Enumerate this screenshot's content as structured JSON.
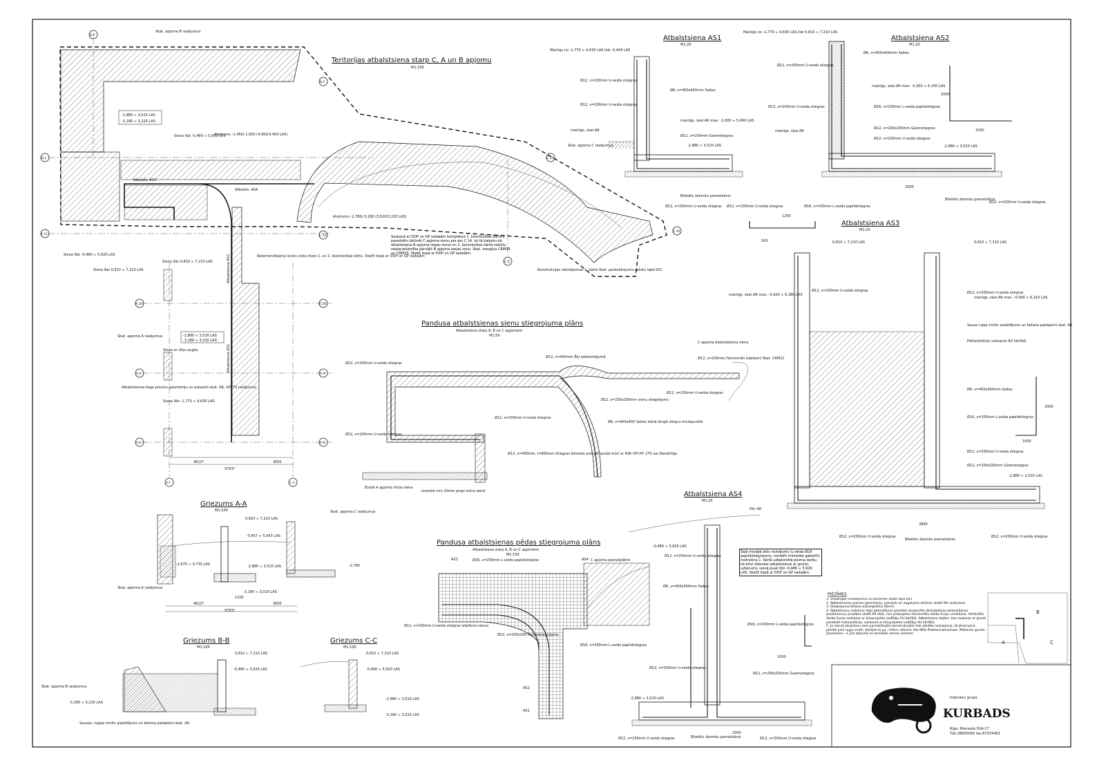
{
  "titles": {
    "plan": "Teritorijas atbalstsiena starp C, A un B apjomu",
    "plan_scale": "M1:100",
    "ramp_wall": "Pandusa atbalstsienas sienu stiegrojuma plāns",
    "ramp_wall_sub": "Atbalstsiena starp A, B un C apjomiem",
    "ramp_wall_scale": "M1:50",
    "ramp_foot": "Pandusa atbalstsienas pēdas stiegrojuma plāns",
    "ramp_foot_sub": "Atbalstsiena starp A, B un C apjomiem",
    "ramp_foot_scale": "M1:100",
    "as1": "Atbalstsiena AS1",
    "as1_scale": "M1:20",
    "as2": "Atbalstsiena AS2",
    "as2_scale": "M1:20",
    "as3": "Atbalstsiena AS3",
    "as3_scale": "M1:20",
    "as4": "Atbalstsiena AS4",
    "as4_scale": "M1:20",
    "sec_aa": "Griezums A-A",
    "sec_aa_scale": "M1:100",
    "sec_bb": "Griezums B-B",
    "sec_bb_scale": "M1:100",
    "sec_cc": "Griezums C-C",
    "sec_cc_scale": "M1:100"
  },
  "grid_bubbles": [
    "B.6",
    "B.2",
    "B.1",
    "A.11",
    "A.10",
    "C.10",
    "A.9",
    "C.9",
    "A.8",
    "C.8",
    "A.F",
    "C.A",
    "C.13",
    "C.14",
    "C.16",
    "C.D"
  ],
  "plan_labels": {
    "apjoms_b": "Skat. apjoma B rasējumus",
    "level_1": "-2,880 ≈ 3,520 LAS",
    "level_2": "-3,180 ≈ 3,220 LAS",
    "siena_lidz_1": "Siena līdz -0,480 ≈ 5,920 LAS",
    "atverums_1": "Atvērums -1,450/-1,950 (4,950/4,450 LAS)",
    "atverums_2": "Atvērums -2,780/-3,180 (3,620/3,220 LAS)",
    "as3_tag": "Atbalsts. AS3",
    "as4_tag": "Atbalsts. AS4",
    "as2_tag": "Atbalstsiena AS2",
    "as1_tag": "Atbalstsiena AS1",
    "siena_lidz_2": "Siena līdz -0,480 ≈ 5,920 LAS",
    "siena_lidz_3": "Siena līdz 0,810 ≈ 7,210 LAS",
    "siena_lidz_4": "Siena līdz 0,810 ≈ 7,210 LAS",
    "apjoms_a": "Skat. apjoma A rasējumus",
    "level_3": "-2,880 ≈ 3,520 LAS",
    "level_4": "-3,180 ≈ 3,220 LAS",
    "slipa_augsa": "Siena ar slīpu augšu",
    "geometry_note": "Atbalstsienas-žoga precīzu geometriju un piesaisti skat. AR, GP, TS rasējumus",
    "siena_lidz_5": "Siena līdz -1,770 ≈ 4,630 LAS",
    "seam_note": "Rekomendējama šuves vieta starp 1. un 2. būvniecības kārtu. Skatīt kopā ar DOP un GP sadaļām",
    "coord_note": "Saskaņā ar DOP un GP sadaļām kompleksa 1. būvniecības kārtā ir paredzēts izbūvēt C apjoma sienu pie ass C.14, lai tā kalpotu kā atbalstsiena B apjoma ieejas zonai un 2. būvniecības kārtā nebūtu nepieciešamība pārvākt B apjoma ieejas zonu. Skat. mezglus CRM09 un CRM10. Skatīt kopā ar DOP un GP sadaļām.",
    "phase_note": "Konstrukcijas izbūvējamas 1. kārtā Skat. paskaidrojumu rakstu lapā 001",
    "dim_total": "9763*",
    "dim_1": "4613*",
    "dim_2": "3650"
  },
  "ramp_labels": {
    "r1": "Ø12, s=200mm U-veida stiegras",
    "r2": "Ø12, s=400mm Āķi sablezinājumā",
    "r3": "C apjoma dzelzsbetona siena",
    "r4": "Ø12, s=200mm Horizontāli izlaidumi Skat. CRM21",
    "r5": "Ø12, s=200mm U-veida stiegras",
    "r6": "Ø12, s=200x200mm sienu stiegrojums",
    "r7": "Ø6, s=400x400 Saites katrā otrajā stiegru krustpunktā",
    "r8": "Ø12, s=200mm U-veida stiegras",
    "r9": "Ø12, s=200mm U-veida stiegras",
    "r10": "Ø12, s=400mm, l=800mm Stiegras iklnieski enkurot esošā mūrī ar Hilti HIT-HY 270 vai līdzvērtīgu",
    "r11": "Esošā A apjoma mūra siena",
    "r12": "Izveidot min 20mm gropi mūra sienā"
  },
  "foot_labels": {
    "f1": "Ø16, s=200mm L-veida papildstiegras",
    "f2": "C apjoma pamatplātne",
    "f3": "Ø12, s=200mm U-veida stiegras izlaidumi sienai",
    "f4": "Ø12, s=200x200 Pamatstiegrojums",
    "f5": "Ø16, s=200mm L-veida papildstiegras",
    "as3": "AS3",
    "as4": "AS4",
    "as2": "AS2",
    "as1": "AS1"
  },
  "as1_labels": {
    "a1": "Mainīgs no -1,770 ≈ 4,630 LAS līdz -0,444 LAS",
    "a2": "Ø12, s=200mm U-veida stiegras",
    "a3": "Ø6, s=400x400mm Saites",
    "a4": "Ø12, s=200mm U-veida stiegras",
    "a5": "mainīgs, skat.AR max: -1,000 ≈ 5,400 LAS",
    "a6": "mainīgs, skat.AR",
    "a7": "Ø12, s=200mm Garenstiegras",
    "a8": "-2,880 ≈ 3,520 LAS",
    "a9": "Skat. apjoma C rasējumus",
    "a10": "Blietētu šķembu pamatslānis",
    "a11": "Ø12, s=200mm U-veida stiegras",
    "a12": "Ø12, s=200mm U-veida stiegras"
  },
  "as2_labels": {
    "b1": "Mainīgs no -1,770 ≈ 4,630 LAS līdz 0,810 ≈ 7,210 LAS",
    "b2": "Ø6, s=400x400mm Saites",
    "b3": "Ø12, s=200mm U-veida stiegras",
    "b4": "mainīgs, skat.AR max: -0,300 ≈ 6,100 LAS",
    "b5": "Ø16, s=200mm L-veida papildstiegras",
    "b6": "Ø12, s=200mm U-veida stiegras",
    "b7": "mainīgs, skat.AR",
    "b8": "Ø12, s=200x200mm Garenstiegras",
    "b9": "Ø12, s=200mm U-veida stiegras",
    "b10": "-2,880 ≈ 3,520 LAS",
    "b11": "Ø16, s=200mm L-veida papildstiegras",
    "b12": "Blietētu šķembu pamatslānis",
    "b13": "Ø12, s=200mm U-veida stiegras",
    "dim_a": "1000",
    "dim_b": "2500",
    "dim_c": "1200",
    "dim_d": "500",
    "dim_e": "2000"
  },
  "as3_labels": {
    "c1": "0,810 ≈ 7,210 LAS",
    "c2": "0,810 ≈ 7,210 LAS",
    "c3": "Ø12, s=200mm U-veida stiegras",
    "c4": "mainīgs, skat.AR max: -0,920 ≈ 6,380 LAS",
    "c5": "mainīgs, skat.AR max: -0,090 ≈ 6,310 LAS",
    "c6": "Ø12, s=200mm U-veida stiegras",
    "c7": "Sausa rupja smilts aizpildījums un betona pakāpieni skat. AR",
    "c8": "Hidroizolāciju saskaņot AU kārtībā",
    "c9": "Ø6, s=400x400mm Saites",
    "c10": "Ø16, s=200mm L-veida papildstiegras",
    "c11": "Ø12, s=200mm U-veida stiegras",
    "c12": "Ø12, s=200x200mm Garenstiegras",
    "c13": "-2,880 ≈ 3,520 LAS",
    "c14": "Ø12, s=200mm U-veida stiegras",
    "c15": "Blietētu šķembu pamatslānis",
    "c16": "Ø12, s=200mm U-veida stiegras",
    "dim_a": "3900",
    "dim_b": "1000",
    "dim_c": "2000"
  },
  "as4_labels": {
    "d1": "Pēc AR",
    "d2": "-0,480 ≈ 5,920 LAS",
    "d3": "Ø12, s=200mm U-veida stiegras",
    "d4": "Ø6, s=400x400mm Saites",
    "d5": "Šajā mezglā dots risinājums (L-veida Ø16 papildstiegrojums, norādīti minimāie gabarīti) nodrošina 1. kārtā uzbetonētā posma darbu kā brīvi stāvošai atbalstsienai ar grunts uzberumu vienā pusē līdz -0,480 ≈ 5,920 LAS. Skatīt kopā ar DOP un GP sadaļām.",
    "d6": "Ø16, s=200mm L-veida papildstiegras",
    "d7": "Ø12, s=200mm U-veida stiegras",
    "d8": "Ø12, s=200x200mm Garenstiegras",
    "d9": "-2,880 ≈ 3,520 LAS",
    "d10": "Blietētu šķembu pamatslānis",
    "d11": "Ø12, s=200mm U-veida stiegras",
    "d12": "Ø12, s=200mm U-veida stiegras",
    "dim_a": "2900",
    "dim_b": "1000"
  },
  "sec_aa_labels": {
    "s1": "0,810 ≈ 7,210 LAS",
    "s2": "Skat. apjoma C rasējumus",
    "s3": "-0,457 ≈ 5,943 LAS",
    "s4": "-2,670 ≈ 3,730 LAS",
    "s5": "-2,880 ≈ 3,520 LAS",
    "s6": "-2,780",
    "s7": "Skat. apjoma A rasējumus",
    "s8": "-3,180 ≈ 3,020 LAS",
    "d1": "4613*",
    "d2": "9763*",
    "d3": "1200",
    "d4": "3650"
  },
  "sec_bb_labels": {
    "s1": "0,810 ≈ 7,210 LAS",
    "s2": "-0,480 ≈ 5,920 LAS",
    "s3": "Skat. apjoma B rasējumus",
    "s4": "-3,180 ≈ 3,220 LAS",
    "s5": "Sausas, rupjas smilts aizpildījums un betona pakāpieni skat. AR"
  },
  "sec_cc_labels": {
    "s1": "0,810 ≈ 7,210 LAS",
    "s2": "-0,480 ≈ 5,920 LAS",
    "s3": "-2,880 ≈ 3,520 LAS",
    "s4": "-3,180 ≈ 3,020 LAS"
  },
  "notes": {
    "heading": "PIEZĪMES",
    "items": [
      "1. Vispārīgās norādījumus un piezīmes skatīt lapā 001.",
      "2. Atbalstsienas precīzu geometriju, piesaisti un augstuma atzīmes skatīt AR rasējumos",
      "3. Stiegrojuma betona aizsargslānis 40mm.",
      "4. Atbalstsienu redzamo daļu betonēšanai pielietot eksponēta dzelzsbetona betonēšanas paņēmienus, prasības skatīt AR daļā, nav pieļaujama horizontālu darba šuvju veidošana. Vertikālās darba šuves saskaņot ar būvprojekta vadītāju AU kārtībā. Atbalstsienu daļām, kas saskaras ar grunti paredzēt hidroizolāciju, saskaņot ar būvprojekta vadītāju AU kārtībā.",
      "5. Ja veicot atrakšanu zem paredzētajām konstrukcijām tiek atklāta neizsakaņa, tā jānomaina pilnībā pret rupju smilti, blīvējot to pa ~20cm slāņiem līdz 98% Proktora blīvumam. Mālainās grunts jānomaina ~1,2m dziļumā no zemākās zemes virsmas."
    ]
  },
  "key_plan": {
    "b": "B",
    "a": "A",
    "c": "C"
  },
  "company": {
    "group": "Inženieru grupa",
    "name": "KURBADS",
    "address": "Rīga, Mieraiela 52A-17",
    "phone": "Tālr.28600090 fax:67374463"
  }
}
